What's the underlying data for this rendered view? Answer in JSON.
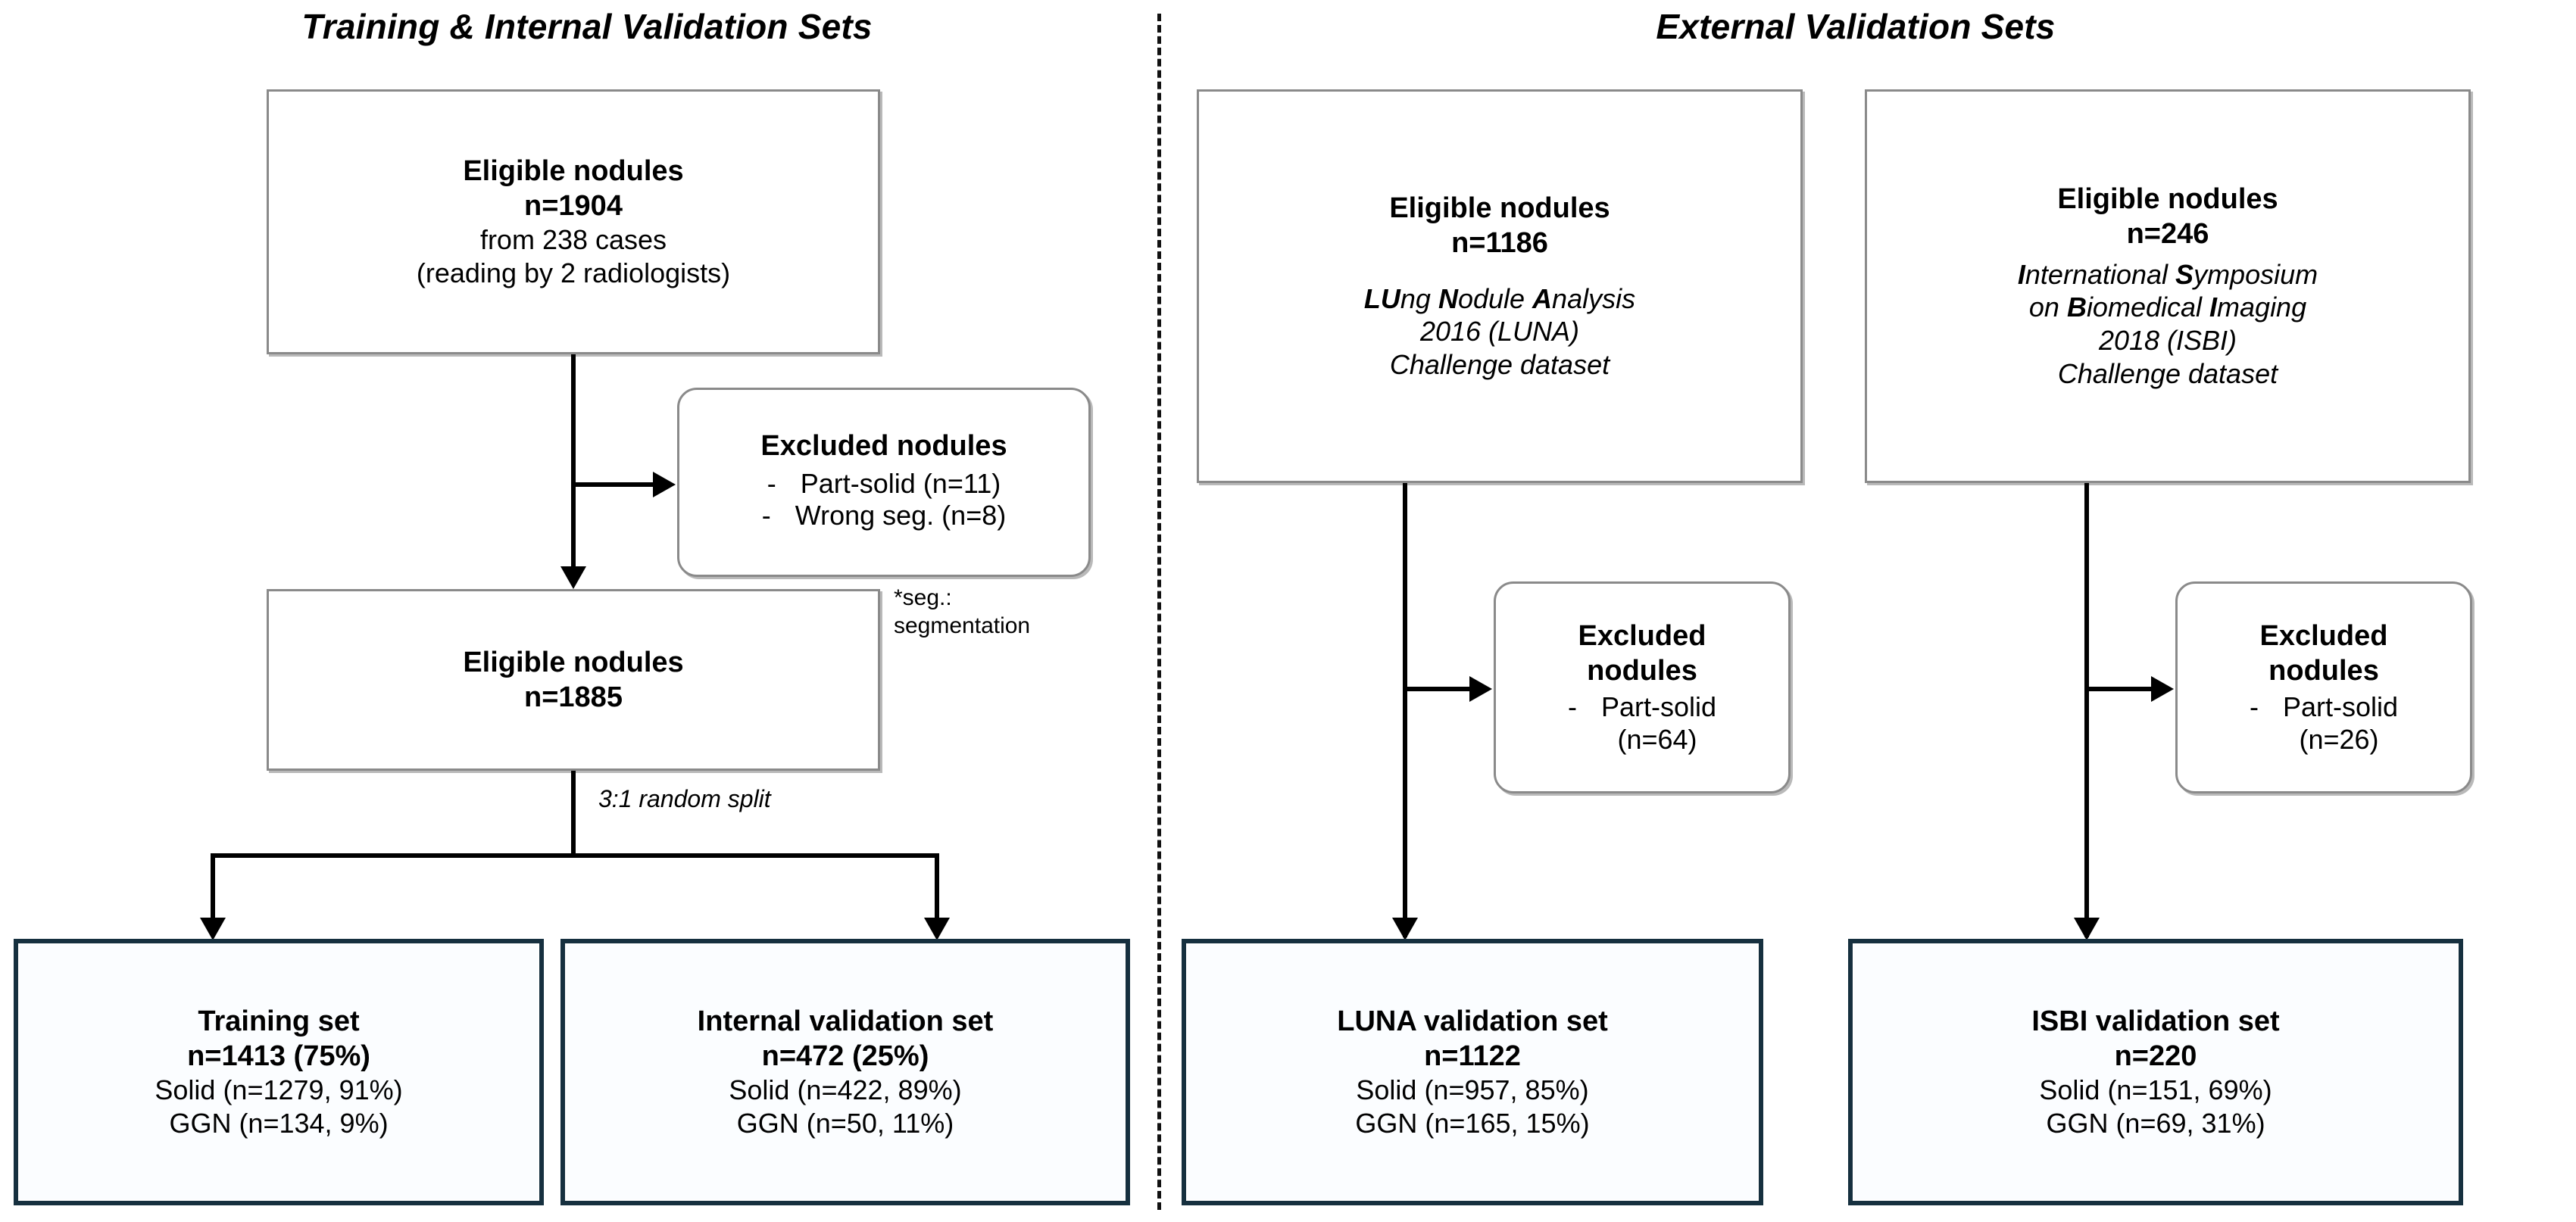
{
  "panels": {
    "left": {
      "title": "Training & Internal Validation Sets"
    },
    "right": {
      "title": "External Validation Sets"
    }
  },
  "left_panel": {
    "eligible_top": {
      "line1": "Eligible nodules",
      "line2": "n=1904",
      "line3": "from 238 cases",
      "line4": "(reading by 2 radiologists)"
    },
    "excluded": {
      "title": "Excluded nodules",
      "items": [
        {
          "dash": "-",
          "text": "Part-solid (n=11)"
        },
        {
          "dash": "-",
          "text": "Wrong seg. (n=8)"
        }
      ]
    },
    "footnote": {
      "line1": "*seg.:",
      "line2": "segmentation"
    },
    "eligible_second": {
      "line1": "Eligible nodules",
      "line2": "n=1885"
    },
    "split_label": "3:1 random split",
    "training_set": {
      "title": "Training set",
      "n": "n=1413 (75%)",
      "solid": "Solid (n=1279, 91%)",
      "ggn": "GGN (n=134, 9%)"
    },
    "internal_validation_set": {
      "title": "Internal validation set",
      "n": "n=472 (25%)",
      "solid": "Solid (n=422, 89%)",
      "ggn": "GGN (n=50, 11%)"
    }
  },
  "right_panel": {
    "luna_source": {
      "line1": "Eligible nodules",
      "line2": "n=1186",
      "desc_line1_bold": "LU",
      "desc_line1_rest": "ng ",
      "desc_line1_bold2": "N",
      "desc_line1_rest2": "odule ",
      "desc_line1_bold3": "A",
      "desc_line1_rest3": "nalysis",
      "desc_line2": "2016 (LUNA)",
      "desc_line3": "Challenge dataset"
    },
    "isbi_source": {
      "line1": "Eligible nodules",
      "line2": "n=246",
      "desc_line1_bold": "I",
      "desc_line1_rest": "nternational ",
      "desc_line1_bold2": "S",
      "desc_line1_rest2": "ymposium",
      "desc_line2_rest": "on ",
      "desc_line2_bold": "B",
      "desc_line2_rest2": "iomedical ",
      "desc_line2_bold2": "I",
      "desc_line2_rest3": "maging",
      "desc_line3": "2018 (ISBI)",
      "desc_line4": "Challenge dataset"
    },
    "luna_excluded": {
      "title_line1": "Excluded",
      "title_line2": "nodules",
      "dash": "-",
      "item": "Part-solid",
      "item_n": "(n=64)"
    },
    "isbi_excluded": {
      "title_line1": "Excluded",
      "title_line2": "nodules",
      "dash": "-",
      "item": "Part-solid",
      "item_n": "(n=26)"
    },
    "luna_validation_set": {
      "title": "LUNA validation set",
      "n": "n=1122",
      "solid": "Solid (n=957, 85%)",
      "ggn": "GGN (n=165, 15%)"
    },
    "isbi_validation_set": {
      "title": "ISBI validation set",
      "n": "n=220",
      "solid": "Solid (n=151, 69%)",
      "ggn": "GGN (n=69, 31%)"
    }
  },
  "colors": {
    "grey_border": "#8a8a8a",
    "navy_border": "#16303f",
    "navy_fill": "#fbfdff",
    "connector": "#000000"
  }
}
